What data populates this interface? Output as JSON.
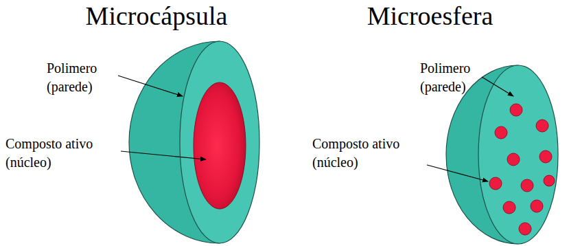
{
  "diagram": {
    "labels": [
      "Microcápsula",
      "Polimero (parede)",
      "Composto ativo (núcleo)",
      "Microesfera",
      "Polimero (parede)",
      "Composto ativo (núcleo)"
    ]
  }
}
